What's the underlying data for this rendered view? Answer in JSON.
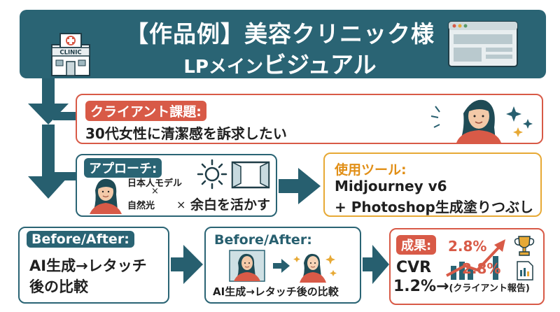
{
  "header": {
    "title_line1": "【作品例】美容クリニック様",
    "title_line2_small": "LPメイン",
    "title_line2_large": "ビジュアル",
    "clinic_sign": "CLINIC"
  },
  "challenge": {
    "badge": "クライアント課題:",
    "text": "30代女性に清潔感を訴求したい"
  },
  "approach": {
    "badge": "アプローチ:",
    "model": "日本人モデル",
    "times": "×",
    "natural_light": "自然光",
    "whitespace": "余白を活かす"
  },
  "tools": {
    "title": "使用ツール:",
    "line1": "Midjourney v6",
    "line2": "+ Photoshop生成塗りつぶし"
  },
  "before_after_1": {
    "badge": "Before/After:",
    "line1": "AI生成→レタッチ",
    "line2": "後の比較"
  },
  "before_after_2": {
    "title": "Before/After:",
    "caption": "AI生成→レタッチ後の比較"
  },
  "results": {
    "badge": "成果:",
    "cvr_label": "CVR",
    "value_top": "2.8%",
    "value_mid": "2.8%",
    "value_bottom": "1.2%→",
    "value_bottom_note": "(クライアント報告)"
  },
  "colors": {
    "teal": "#2a6474",
    "red": "#d85a47",
    "orange": "#e7a935"
  }
}
